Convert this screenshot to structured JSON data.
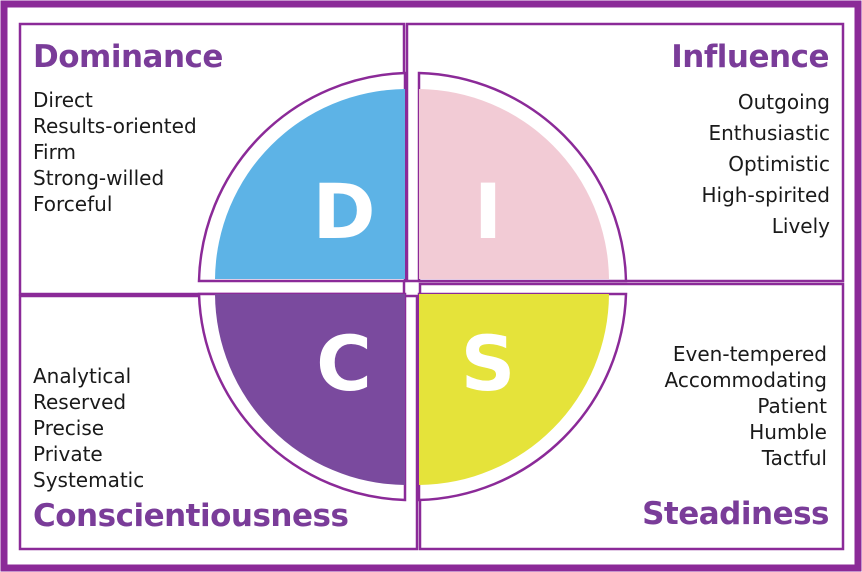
{
  "model": "DISC",
  "colors": {
    "border": "#8b2a98",
    "title": "#7a3c99",
    "dominance": "#5db3e6",
    "influence": "#f2cbd5",
    "conscientiousness": "#7a4a9e",
    "steadiness": "#e5e33a"
  },
  "quadrants": {
    "dominance": {
      "title": "Dominance",
      "letter": "D",
      "traits": [
        "Direct",
        "Results-oriented",
        "Firm",
        "Strong-willed",
        "Forceful"
      ]
    },
    "influence": {
      "title": "Influence",
      "letter": "I",
      "traits": [
        "Outgoing",
        "Enthusiastic",
        "Optimistic",
        "High-spirited",
        "Lively"
      ]
    },
    "conscientiousness": {
      "title": "Conscientiousness",
      "letter": "C",
      "traits": [
        "Analytical",
        "Reserved",
        "Precise",
        "Private",
        "Systematic"
      ]
    },
    "steadiness": {
      "title": "Steadiness",
      "letter": "S",
      "traits": [
        "Even-tempered",
        "Accommodating",
        "Patient",
        "Humble",
        "Tactful"
      ]
    }
  }
}
